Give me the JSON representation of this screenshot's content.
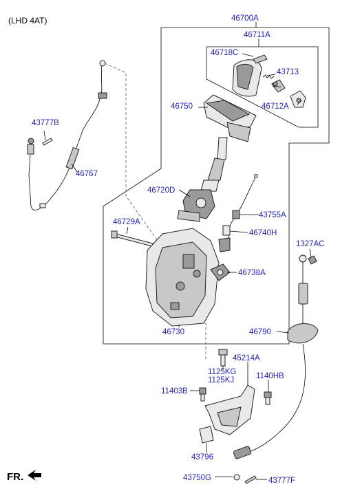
{
  "header": {
    "variant": "(LHD 4AT)"
  },
  "direction": {
    "label": "FR."
  },
  "labels": {
    "p46700A": "46700A",
    "p46711A": "46711A",
    "p46718C": "46718C",
    "p43713": "43713",
    "p46712A": "46712A",
    "p46750": "46750",
    "p43777B": "43777B",
    "p46767": "46767",
    "p46720D": "46720D",
    "p43755A": "43755A",
    "p46740H": "46740H",
    "p46729A": "46729A",
    "p1327AC": "1327AC",
    "p46738A": "46738A",
    "p46730": "46730",
    "p46790": "46790",
    "p45214A": "45214A",
    "p1125KG": "1125KG",
    "p1125KJ": "1125KJ",
    "p1140HB": "1140HB",
    "p11403B": "11403B",
    "p43796": "43796",
    "p43750G": "43750G",
    "p43777F": "43777F"
  },
  "colors": {
    "label": "#1f1fd0",
    "line": "#000000",
    "part_fill": "#e9e9e9"
  }
}
